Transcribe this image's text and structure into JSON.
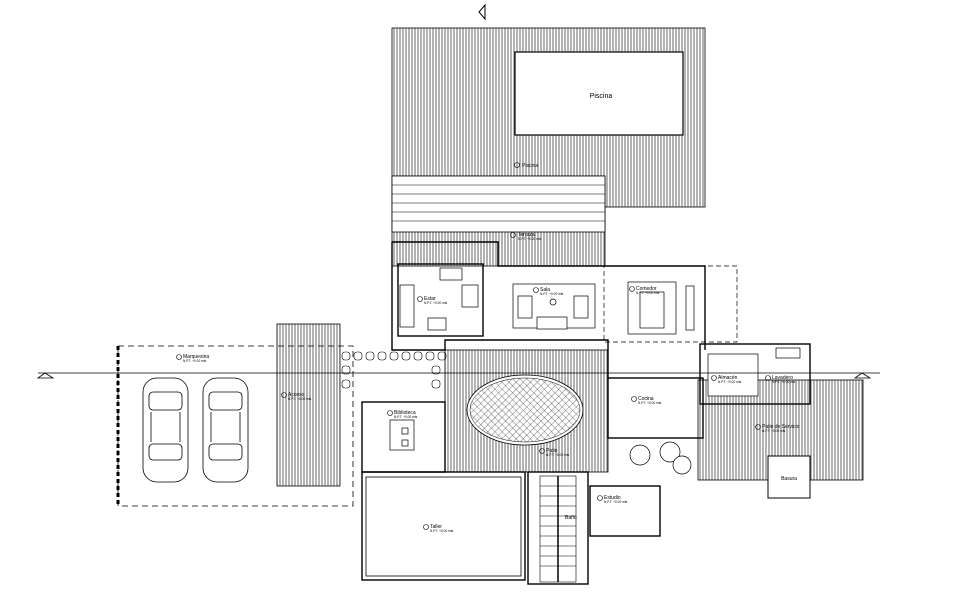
{
  "plan": {
    "pool_label": "Piscina",
    "patio_label": "Patio",
    "storage_label": "Basura",
    "bath_label": "Baño",
    "rooms": [
      {
        "name": "Piscina",
        "level": ""
      },
      {
        "name": "Terraza",
        "level": "N.P.T. +0.00 mts"
      },
      {
        "name": "Estar",
        "level": "N.P.T. +0.00 mts"
      },
      {
        "name": "Sala",
        "level": "N.P.T. +0.00 mts"
      },
      {
        "name": "Comedor",
        "level": "N.P.T. +0.00 mts"
      },
      {
        "name": "Marquesina",
        "level": "N.P.T. +0.00 mts"
      },
      {
        "name": "Acceso",
        "level": "N.P.T. +0.00 mts"
      },
      {
        "name": "Biblioteca",
        "level": "N.P.T. +0.00 mts"
      },
      {
        "name": "Patio",
        "level": "N.P.T. +0.00 mts"
      },
      {
        "name": "Cocina",
        "level": "N.P.T. +0.00 mts"
      },
      {
        "name": "Almacén",
        "level": "N.P.T. +0.00 mts"
      },
      {
        "name": "Lavadero",
        "level": "N.P.T. +0.00 mts"
      },
      {
        "name": "Patio de Servicio",
        "level": "N.P.T. +0.00 mts"
      },
      {
        "name": "Estudio",
        "level": "N.P.T. +0.00 mts"
      },
      {
        "name": "Taller",
        "level": "N.P.T. +0.00 mts"
      }
    ]
  }
}
